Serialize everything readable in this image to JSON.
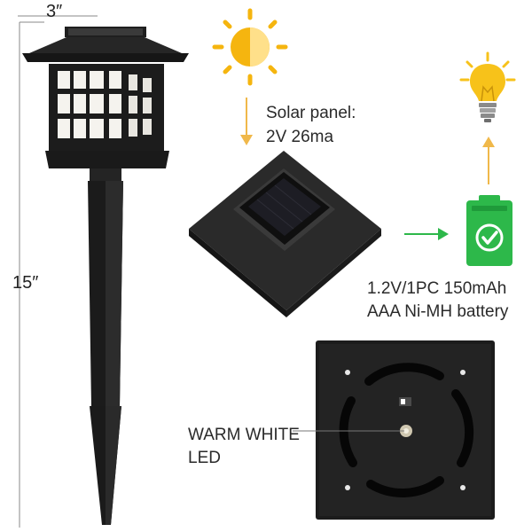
{
  "dimensions": {
    "width_label": "3″",
    "height_label": "15″"
  },
  "solar_panel": {
    "title": "Solar panel:",
    "spec": "2V 26ma"
  },
  "battery": {
    "line1": "1.2V/1PC 150mAh",
    "line2": "AAA Ni-MH battery"
  },
  "led": {
    "line1": "WARM WHITE",
    "line2": "LED"
  },
  "colors": {
    "sun": "#f5b50f",
    "arrow_orange": "#f0b84a",
    "battery_green": "#2db84a",
    "arrow_green": "#2db84a",
    "bulb": "#f7c21a",
    "lamp_body": "#1e1e1e"
  },
  "icons": [
    "sun-icon",
    "light-bulb-icon",
    "battery-icon",
    "checkmark-icon",
    "arrow-down-icon",
    "arrow-right-icon",
    "arrow-up-icon"
  ]
}
